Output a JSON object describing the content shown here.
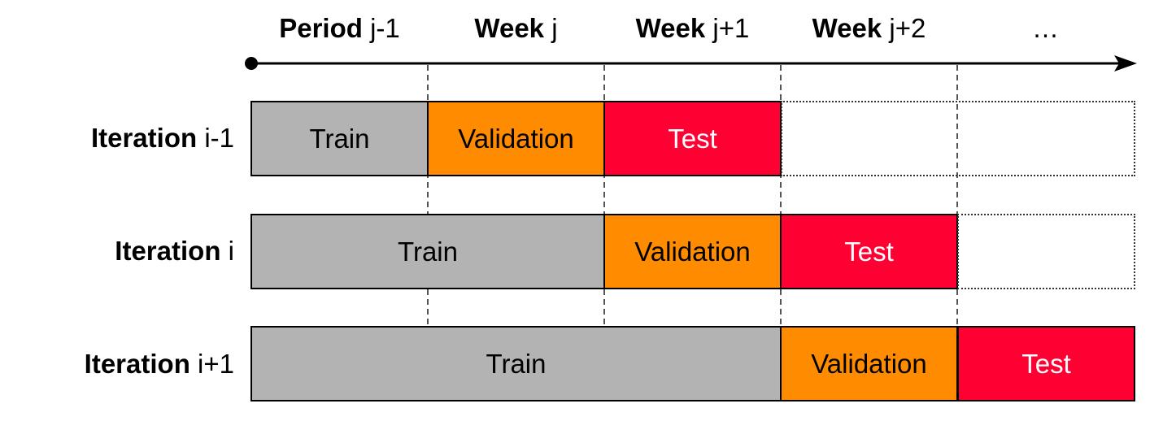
{
  "headers": [
    {
      "bold": "Period",
      "suffix": "j-1"
    },
    {
      "bold": "Week",
      "suffix": "j"
    },
    {
      "bold": "Week",
      "suffix": "j+1"
    },
    {
      "bold": "Week",
      "suffix": "j+2"
    },
    {
      "bold": "",
      "suffix": "…"
    }
  ],
  "iterations": [
    {
      "bold": "Iteration",
      "suffix": "i-1",
      "segments": [
        "Train",
        "Validation",
        "Test"
      ]
    },
    {
      "bold": "Iteration",
      "suffix": "i",
      "segments": [
        "Train",
        "Validation",
        "Test"
      ]
    },
    {
      "bold": "Iteration",
      "suffix": "i+1",
      "segments": [
        "Train",
        "Validation",
        "Test"
      ]
    }
  ],
  "colors": {
    "train": "#b3b3b3",
    "validation": "#ff8c00",
    "test": "#ff0033"
  }
}
